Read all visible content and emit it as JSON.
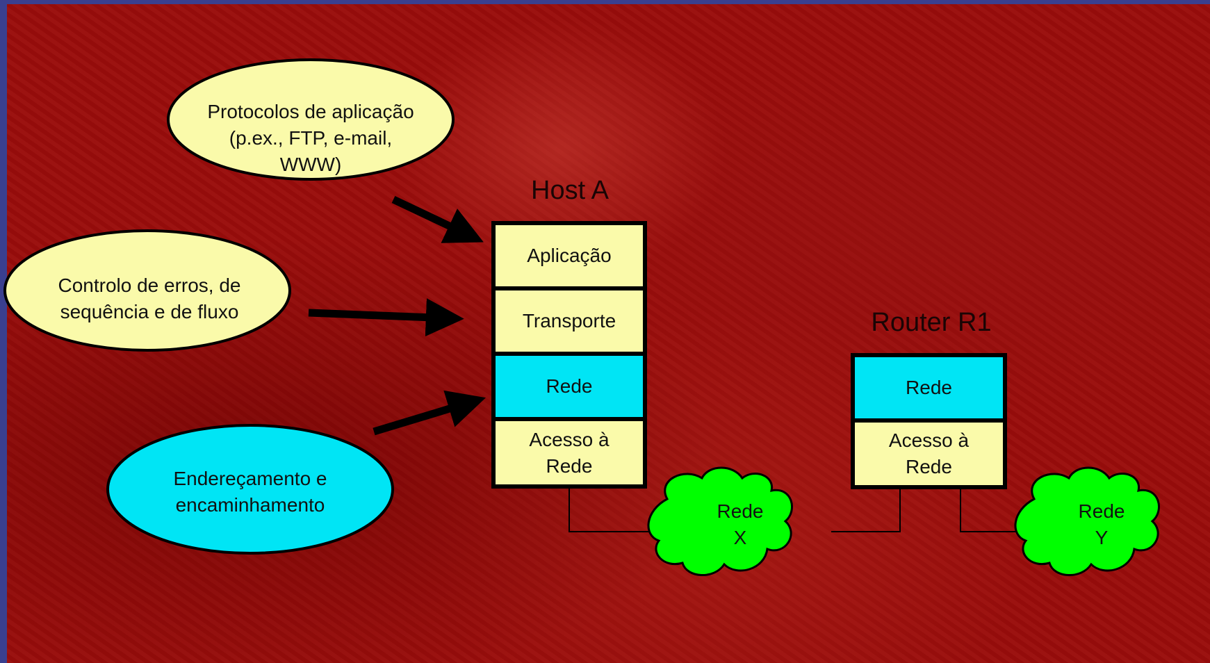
{
  "ovals": {
    "protocols": "Protocolos de aplicação\n(p.ex., FTP, e-mail,\nWWW)",
    "errors": "Controlo de erros, de\nsequência e de fluxo",
    "addressing": "Endereçamento e\nencaminhamento"
  },
  "host_a": {
    "title": "Host A",
    "layers": [
      "Aplicação",
      "Transporte",
      "Rede",
      "Acesso à\nRede"
    ]
  },
  "router_r1": {
    "title": "Router R1",
    "layers": [
      "Rede",
      "Acesso à\nRede"
    ]
  },
  "clouds": {
    "x": "Rede\nX",
    "y": "Rede\nY"
  },
  "colors": {
    "layer_yellow": "#fafaaa",
    "layer_cyan": "#00e5f5",
    "oval_yellow": "#fafaaa",
    "oval_cyan": "#00e5f5",
    "cloud_green": "#00ff00",
    "background_red": "#9a0d0b"
  }
}
